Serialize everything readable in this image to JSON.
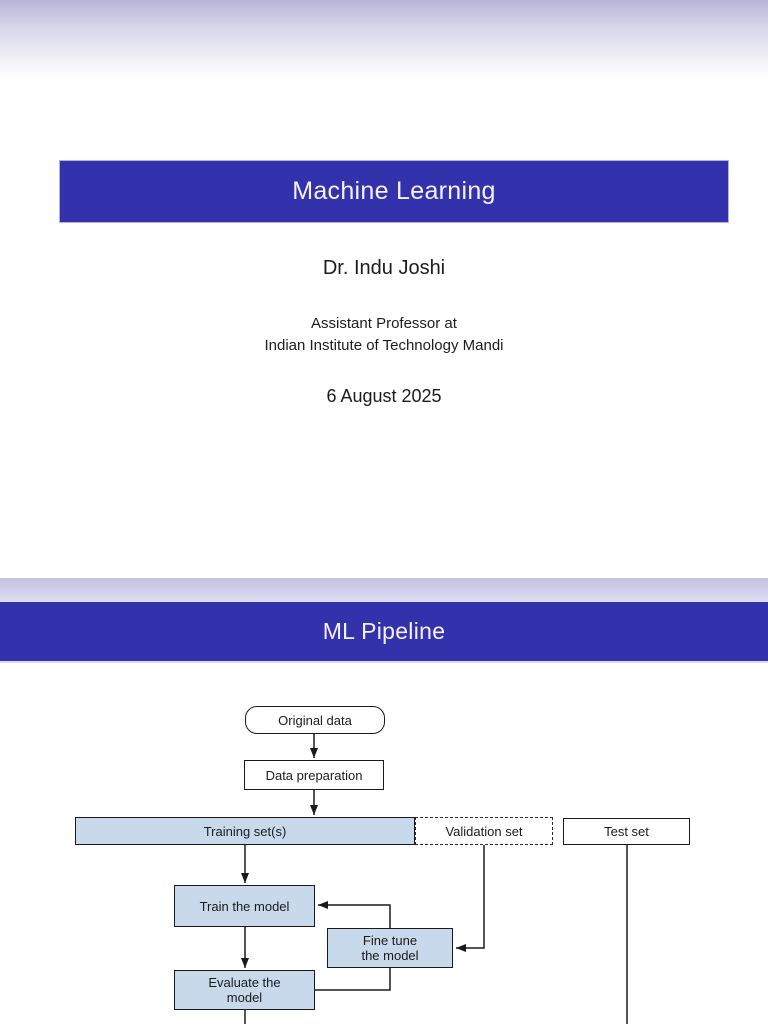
{
  "slide1": {
    "title": "Machine Learning",
    "author": "Dr. Indu Joshi",
    "affiliation_line1": "Assistant Professor at",
    "affiliation_line2": "Indian Institute of Technology Mandi",
    "date": "6 August 2025"
  },
  "slide2": {
    "title": "ML Pipeline",
    "flowchart": {
      "original_data": "Original data",
      "data_preparation": "Data preparation",
      "training_set": "Training set(s)",
      "validation_set": "Validation set",
      "test_set": "Test set",
      "train_model": "Train the model",
      "fine_tune_line1": "Fine tune",
      "fine_tune_line2": "the model",
      "evaluate_line1": "Evaluate the",
      "evaluate_line2": "model"
    }
  },
  "colors": {
    "accent_blue": "#3431ad",
    "node_fill_blue": "#c7d9eb",
    "gradient_top": "#b7b5d8",
    "line_black": "#1a1a1a"
  }
}
